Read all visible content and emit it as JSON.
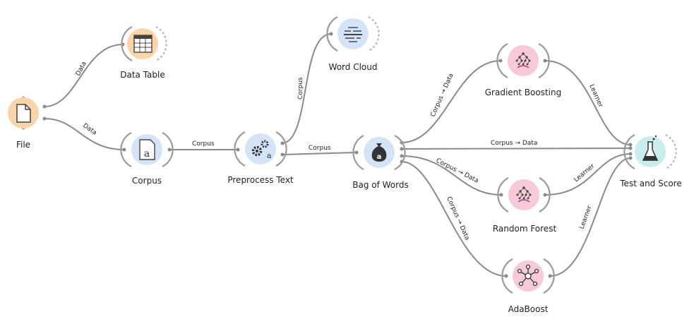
{
  "palette": {
    "orange_fill": "#FBD4A8",
    "blue_fill": "#D4E4F8",
    "pink_fill": "#F8C9D6",
    "teal_fill": "#C9ECEC",
    "link": "#8a8a8a"
  },
  "nodes": [
    {
      "id": "file",
      "label": "File",
      "icon": "file-icon",
      "color": "orange"
    },
    {
      "id": "data_table",
      "label": "Data Table",
      "icon": "table-icon",
      "color": "orange"
    },
    {
      "id": "corpus",
      "label": "Corpus",
      "icon": "corpus-icon",
      "color": "blue"
    },
    {
      "id": "preprocess",
      "label": "Preprocess Text",
      "icon": "gears-icon",
      "color": "blue"
    },
    {
      "id": "word_cloud",
      "label": "Word Cloud",
      "icon": "word-cloud-icon",
      "color": "blue"
    },
    {
      "id": "bow",
      "label": "Bag of Words",
      "icon": "bag-icon",
      "color": "blue"
    },
    {
      "id": "gb",
      "label": "Gradient Boosting",
      "icon": "tree-icon",
      "color": "pink"
    },
    {
      "id": "rf",
      "label": "Random Forest",
      "icon": "tree-icon",
      "color": "pink"
    },
    {
      "id": "ada",
      "label": "AdaBoost",
      "icon": "network-icon",
      "color": "pink"
    },
    {
      "id": "test_score",
      "label": "Test and Score",
      "icon": "flask-icon",
      "color": "teal"
    }
  ],
  "links": [
    {
      "id": "file_datatable",
      "label": "Data"
    },
    {
      "id": "file_corpus",
      "label": "Data"
    },
    {
      "id": "corpus_preprocess",
      "label": "Corpus"
    },
    {
      "id": "preprocess_wordcloud",
      "label": "Corpus"
    },
    {
      "id": "preprocess_bow",
      "label": "Corpus"
    },
    {
      "id": "bow_gb",
      "label": "Corpus → Data"
    },
    {
      "id": "bow_test",
      "label": "Corpus → Data"
    },
    {
      "id": "bow_rf",
      "label": "Corpus → Data"
    },
    {
      "id": "bow_ada",
      "label": "Corpus → Data"
    },
    {
      "id": "gb_test",
      "label": "Learner"
    },
    {
      "id": "rf_test",
      "label": "Learner"
    },
    {
      "id": "ada_test",
      "label": "Learner"
    }
  ]
}
